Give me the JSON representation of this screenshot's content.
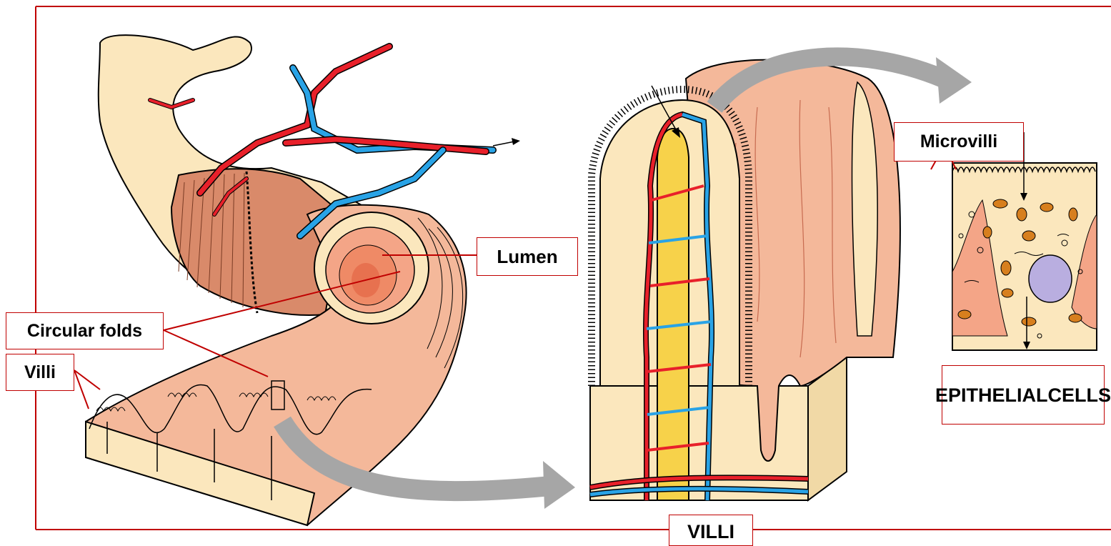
{
  "labels": {
    "lumen": "Lumen",
    "circular_folds": "Circular folds",
    "villi_left": "Villi",
    "microvilli": "Microvilli",
    "epithelial_line1": "EPITHELIAL",
    "epithelial_line2": "CELLS",
    "villi_bottom": "VILLI"
  },
  "colors": {
    "frame": "#c00000",
    "artery": "#e8202a",
    "vein": "#29a3e6",
    "lacteal": "#f7d24a",
    "mucosa": "#f4b89a",
    "serosa": "#fbe7bd",
    "muscle": "#d98a6a",
    "arrow": "#a6a6a6",
    "nucleus": "#b9aee0",
    "mitochondria": "#d77f1e"
  }
}
